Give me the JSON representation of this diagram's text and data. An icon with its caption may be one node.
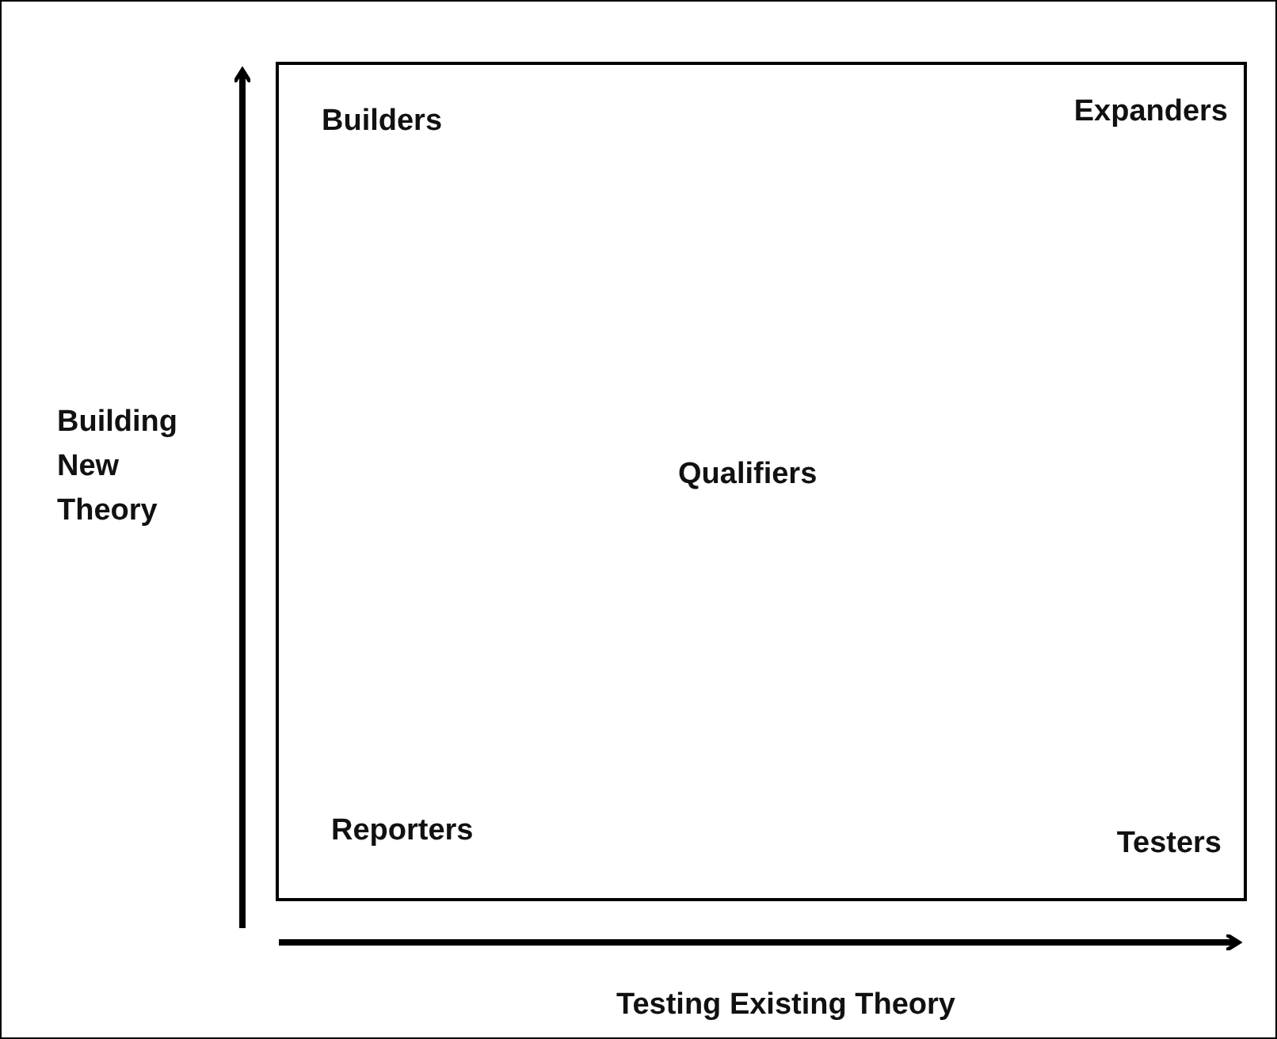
{
  "diagram": {
    "nodes": [
      {
        "text": [
          "Builders",
          "Expanders",
          "Qualifiers",
          "Reporters",
          "Testers"
        ]
      }
    ],
    "labels": [
      "Building New Theory",
      "Testing Existing Theory"
    ]
  }
}
